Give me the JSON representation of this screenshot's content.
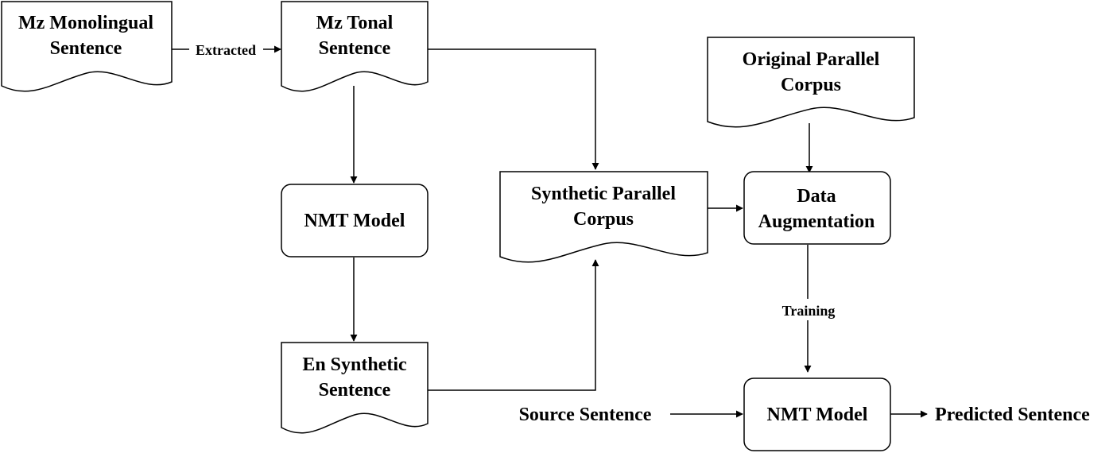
{
  "nodes": {
    "mz_monolingual": {
      "line1": "Mz Monolingual",
      "line2": "Sentence"
    },
    "mz_tonal": {
      "line1": "Mz Tonal",
      "line2": "Sentence"
    },
    "nmt_model_1": {
      "line1": "NMT Model"
    },
    "en_synthetic": {
      "line1": "En Synthetic",
      "line2": "Sentence"
    },
    "synthetic_parallel": {
      "line1": "Synthetic Parallel",
      "line2": "Corpus"
    },
    "original_parallel": {
      "line1": "Original Parallel",
      "line2": "Corpus"
    },
    "data_augmentation": {
      "line1": "Data",
      "line2": "Augmentation"
    },
    "nmt_model_2": {
      "line1": "NMT Model"
    }
  },
  "edge_labels": {
    "extracted": "Extracted",
    "training": "Training"
  },
  "free_text": {
    "source_sentence": "Source Sentence",
    "predicted_sentence": "Predicted Sentence"
  }
}
